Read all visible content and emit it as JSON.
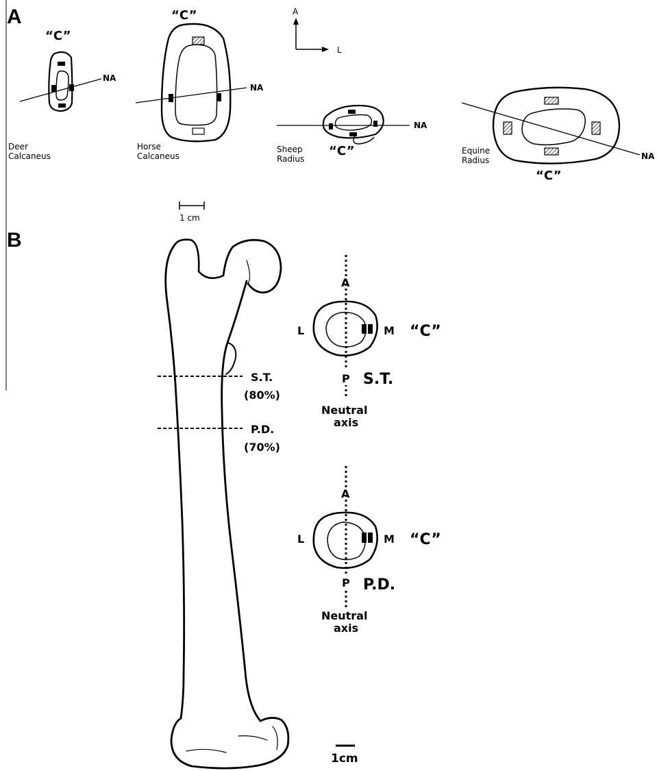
{
  "panel_a": {
    "label": "A",
    "c_label": "“C”",
    "na_label": "NA",
    "orientation": {
      "anterior": "A",
      "lateral": "L"
    },
    "specimens": [
      {
        "line1": "Deer",
        "line2": "Calcaneus"
      },
      {
        "line1": "Horse",
        "line2": "Calcaneus"
      },
      {
        "line1": "Sheep",
        "line2": "Radius"
      },
      {
        "line1": "Equine",
        "line2": "Radius"
      }
    ],
    "scale_bar": "1 cm"
  },
  "panel_b": {
    "label": "B",
    "levels": [
      {
        "name": "S.T.",
        "percent": "(80%)"
      },
      {
        "name": "P.D.",
        "percent": "(70%)"
      }
    ],
    "sections": [
      {
        "anterior": "A",
        "lateral": "L",
        "medial": "M",
        "posterior": "P",
        "c_label": "“C”",
        "name": "S.T.",
        "axis_line1": "Neutral",
        "axis_line2": "axis"
      },
      {
        "anterior": "A",
        "lateral": "L",
        "medial": "M",
        "posterior": "P",
        "c_label": "“C”",
        "name": "P.D.",
        "axis_line1": "Neutral",
        "axis_line2": "axis"
      }
    ],
    "scale_bar": "1cm"
  }
}
